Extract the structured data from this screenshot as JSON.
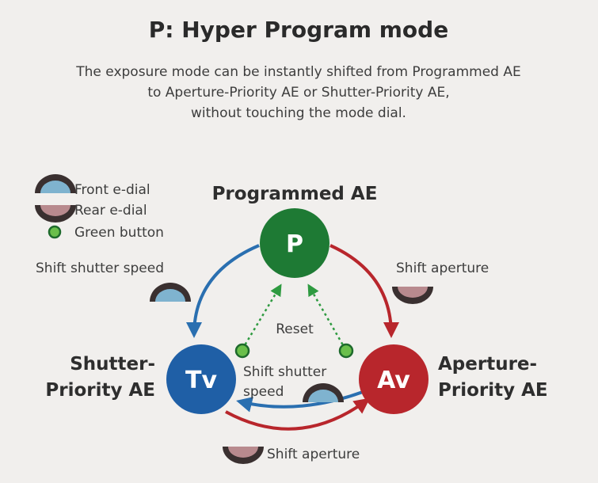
{
  "header": {
    "title": "P: Hyper Program mode",
    "desc_lines": [
      "The exposure mode can be instantly shifted from Programmed AE",
      "to Aperture-Priority AE or Shutter-Priority AE,",
      "without touching the mode dial."
    ]
  },
  "legend": {
    "front_dial": "Front e-dial",
    "rear_dial": "Rear e-dial",
    "green_button": "Green button"
  },
  "modes": {
    "programmed": {
      "label": "Programmed AE",
      "letter": "P",
      "color": "#1e7a34"
    },
    "shutter": {
      "label_lines": [
        "Shutter-",
        "Priority AE"
      ],
      "letter": "Tv",
      "color": "#1f5fa6"
    },
    "aperture": {
      "label_lines": [
        "Aperture-",
        "Priority AE"
      ],
      "letter": "Av",
      "color": "#b8262c"
    }
  },
  "transitions": {
    "p_to_tv": "Shift shutter speed",
    "p_to_av": "Shift aperture",
    "reset": "Reset",
    "av_to_tv_lines": [
      "Shift shutter",
      "speed"
    ],
    "tv_to_av": "Shift aperture"
  },
  "colors": {
    "front_dial": "#7fb3cf",
    "rear_dial": "#b88a8e",
    "dial_rim": "#3a3030",
    "green_button": "#6abf4b",
    "arrow_blue": "#2a6fb0",
    "arrow_red": "#b8262c",
    "reset_arrow": "#2e9a40"
  }
}
